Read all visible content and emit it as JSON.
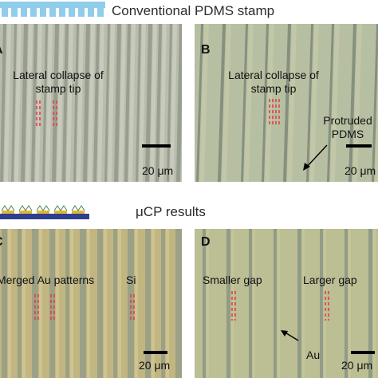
{
  "header": {
    "title": "Conventional PDMS stamp"
  },
  "middle": {
    "title": "μCP results"
  },
  "panels": {
    "a": {
      "label": "A",
      "annotation": "Lateral collapse of stamp tip",
      "scale": "20 μm",
      "colors": {
        "base": "#b8bcaa",
        "dark": "#8e9486",
        "light": "#cdd0c3"
      }
    },
    "b": {
      "label": "B",
      "annotation": "Lateral collapse of stamp tip",
      "annotation2": "Protruded PDMS",
      "scale": "20 μm",
      "colors": {
        "base": "#b7bfa2",
        "dark": "#6f7c70",
        "light": "#c4caa9"
      }
    },
    "c": {
      "label": "C",
      "annotation": "Merged Au patterns",
      "annotation2": "Si",
      "scale": "20 μm",
      "colors": {
        "base": "#c1b682",
        "dark": "#8f9a86",
        "light": "#d4c994"
      }
    },
    "d": {
      "label": "D",
      "annotation": "Smaller gap",
      "annotation2": "Larger gap",
      "annotation3": "Au",
      "scale": "20 μm",
      "colors": {
        "base": "#bcbe94",
        "dark": "#7f8d80",
        "light": "#c8c99c"
      }
    }
  },
  "colors": {
    "marker": "#e0404a",
    "stamp": "#8fcdea",
    "substrate": "#2e3f8f",
    "gold": "#e0b43a"
  }
}
